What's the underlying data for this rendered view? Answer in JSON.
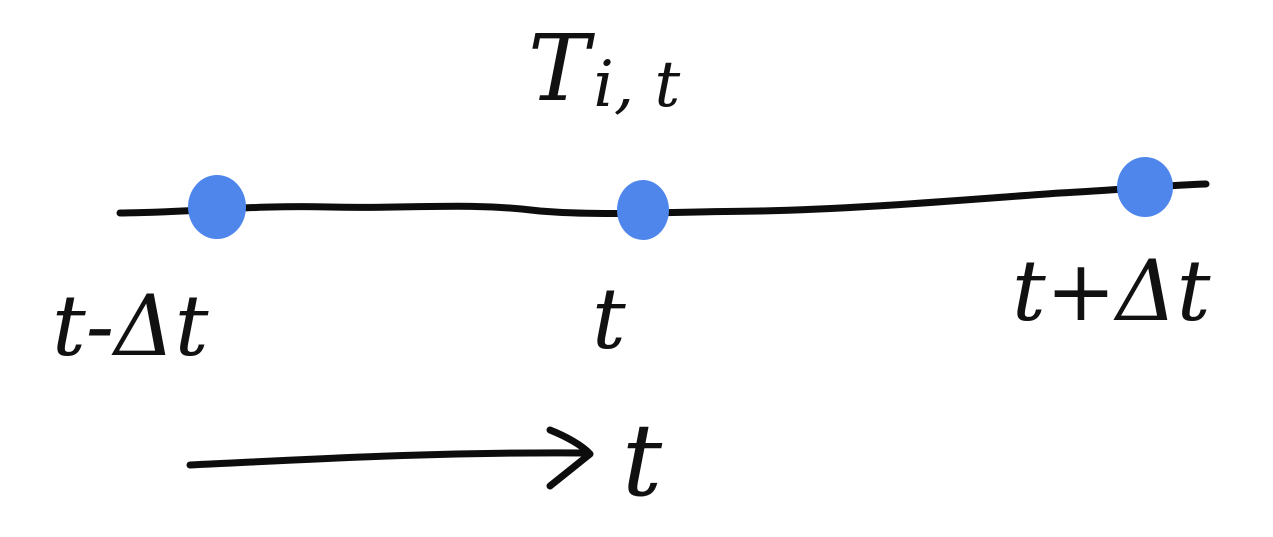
{
  "title": "T",
  "title_subscript": "i, t",
  "timeline": {
    "points": [
      {
        "label": "t-Δt"
      },
      {
        "label": "t"
      },
      {
        "label": "t+Δt"
      }
    ],
    "point_color": "#4f86ec",
    "line_color": "#0d0d0d"
  },
  "axis": {
    "label": "t"
  }
}
